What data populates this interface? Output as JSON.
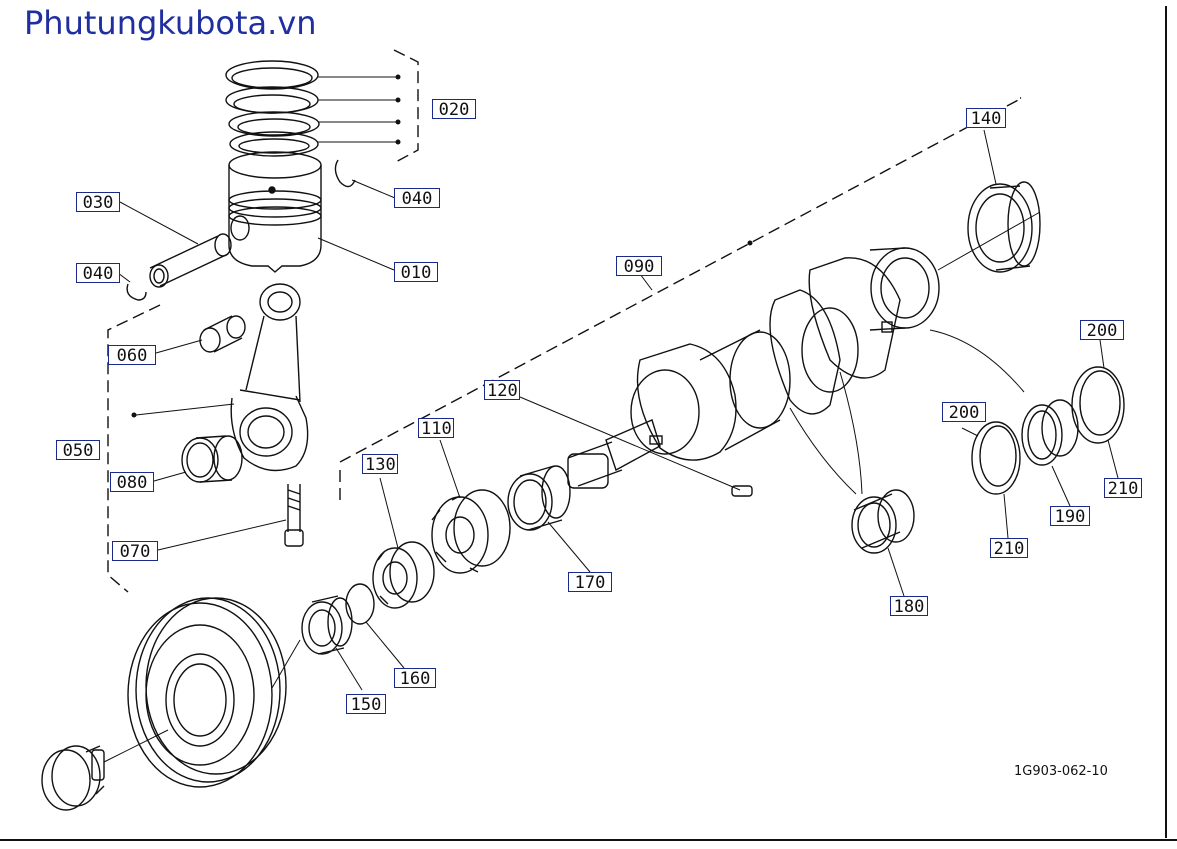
{
  "header": {
    "brand": "Phutungkubota.vn"
  },
  "diagram": {
    "code": "1G903-062-10",
    "labels": [
      {
        "id": "l020",
        "text": "020"
      },
      {
        "id": "l030",
        "text": "030"
      },
      {
        "id": "l040a",
        "text": "040"
      },
      {
        "id": "l040b",
        "text": "040"
      },
      {
        "id": "l010",
        "text": "010"
      },
      {
        "id": "l060",
        "text": "060"
      },
      {
        "id": "l050",
        "text": "050"
      },
      {
        "id": "l080",
        "text": "080"
      },
      {
        "id": "l070",
        "text": "070"
      },
      {
        "id": "l090",
        "text": "090"
      },
      {
        "id": "l140",
        "text": "140"
      },
      {
        "id": "l200a",
        "text": "200"
      },
      {
        "id": "l200b",
        "text": "200"
      },
      {
        "id": "l120",
        "text": "120"
      },
      {
        "id": "l110",
        "text": "110"
      },
      {
        "id": "l130",
        "text": "130"
      },
      {
        "id": "l170",
        "text": "170"
      },
      {
        "id": "l180",
        "text": "180"
      },
      {
        "id": "l190",
        "text": "190"
      },
      {
        "id": "l210a",
        "text": "210"
      },
      {
        "id": "l210b",
        "text": "210"
      },
      {
        "id": "l160",
        "text": "160"
      },
      {
        "id": "l150",
        "text": "150"
      }
    ]
  }
}
